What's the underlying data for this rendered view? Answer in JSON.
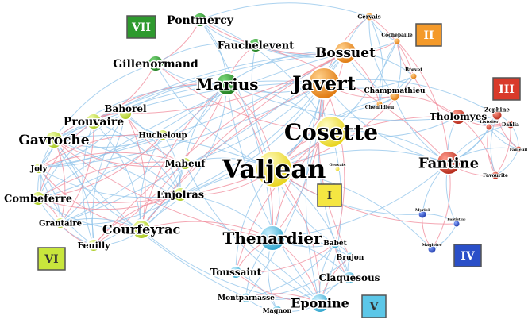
{
  "colors": {
    "edge_blue": "#8fc3ea",
    "edge_red": "#f08a9a",
    "green": "#2e9a2e",
    "lime": "#c8e63c",
    "yellow": "#f5e642",
    "orange": "#f49a2a",
    "red": "#d93a2a",
    "blue": "#2a4fc8",
    "cyan": "#5cc7e8"
  },
  "groups": [
    {
      "id": "VII",
      "label": "VII",
      "fill": "#2e9a2e",
      "text": "#ffffff"
    },
    {
      "id": "II",
      "label": "II",
      "fill": "#f49a2a",
      "text": "#ffffff"
    },
    {
      "id": "III",
      "label": "III",
      "fill": "#d93a2a",
      "text": "#ffffff"
    },
    {
      "id": "I",
      "label": "I",
      "fill": "#f5e642",
      "text": "#333333"
    },
    {
      "id": "VI",
      "label": "VI",
      "fill": "#c8e63c",
      "text": "#333333"
    },
    {
      "id": "IV",
      "label": "IV",
      "fill": "#2a4fc8",
      "text": "#ffffff"
    },
    {
      "id": "V",
      "label": "V",
      "fill": "#5cc7e8",
      "text": "#333333"
    }
  ],
  "nodes": [
    {
      "id": "pontmercy",
      "label": "Pontmercy",
      "group": "VII"
    },
    {
      "id": "fauchelevent",
      "label": "Fauchelevent",
      "group": "VII"
    },
    {
      "id": "gillenormand",
      "label": "Gillenormand",
      "group": "VII"
    },
    {
      "id": "marius",
      "label": "Marius",
      "group": "VII"
    },
    {
      "id": "bossuet",
      "label": "Bossuet",
      "group": "II"
    },
    {
      "id": "gervais",
      "label": "Gervais",
      "group": "II"
    },
    {
      "id": "cochepaille",
      "label": "Cochepaille",
      "group": "II"
    },
    {
      "id": "brevet",
      "label": "Brevet",
      "group": "II"
    },
    {
      "id": "javert",
      "label": "Javert",
      "group": "II"
    },
    {
      "id": "champmathieu",
      "label": "Champmathieu",
      "group": "II"
    },
    {
      "id": "chenildieu",
      "label": "Chenildieu",
      "group": "II"
    },
    {
      "id": "tholomyes",
      "label": "Tholomyes",
      "group": "III"
    },
    {
      "id": "zephine",
      "label": "Zephine",
      "group": "III"
    },
    {
      "id": "listolier",
      "label": "Listolier",
      "group": "III"
    },
    {
      "id": "dahlia",
      "label": "Dahlia",
      "group": "III"
    },
    {
      "id": "fameuil",
      "label": "Fameuil",
      "group": "III"
    },
    {
      "id": "fantine",
      "label": "Fantine",
      "group": "III"
    },
    {
      "id": "favourite",
      "label": "Favourite",
      "group": "III"
    },
    {
      "id": "cosette",
      "label": "Cosette",
      "group": "I"
    },
    {
      "id": "valjean",
      "label": "Valjean",
      "group": "I"
    },
    {
      "id": "gervais2",
      "label": "Gervais",
      "group": "I"
    },
    {
      "id": "gavroche",
      "label": "Gavroche",
      "group": "VI"
    },
    {
      "id": "prouvaire",
      "label": "Prouvaire",
      "group": "VI"
    },
    {
      "id": "bahorel",
      "label": "Bahorel",
      "group": "VI"
    },
    {
      "id": "hucheloup",
      "label": "Hucheloup",
      "group": "VI"
    },
    {
      "id": "joly",
      "label": "Joly",
      "group": "VI"
    },
    {
      "id": "mabeuf",
      "label": "Mabeuf",
      "group": "VI"
    },
    {
      "id": "enjolras",
      "label": "Enjolras",
      "group": "VI"
    },
    {
      "id": "combeferre",
      "label": "Combeferre",
      "group": "VI"
    },
    {
      "id": "grantaire",
      "label": "Grantaire",
      "group": "VI"
    },
    {
      "id": "courfeyrac",
      "label": "Courfeyrac",
      "group": "VI"
    },
    {
      "id": "feuilly",
      "label": "Feuilly",
      "group": "VI"
    },
    {
      "id": "thenardier",
      "label": "Thenardier",
      "group": "V"
    },
    {
      "id": "babet",
      "label": "Babet",
      "group": "V"
    },
    {
      "id": "brujon",
      "label": "Brujon",
      "group": "V"
    },
    {
      "id": "toussaint",
      "label": "Toussaint",
      "group": "V"
    },
    {
      "id": "claquesous",
      "label": "Claquesous",
      "group": "V"
    },
    {
      "id": "montparnasse",
      "label": "Montparnasse",
      "group": "V"
    },
    {
      "id": "eponine",
      "label": "Eponine",
      "group": "V"
    },
    {
      "id": "magnon",
      "label": "Magnon",
      "group": "V"
    },
    {
      "id": "myriel",
      "label": "Myriel",
      "group": "IV"
    },
    {
      "id": "baptistine",
      "label": "Baptistine",
      "group": "IV"
    },
    {
      "id": "magloire",
      "label": "Magloire",
      "group": "IV"
    }
  ],
  "edges": [
    [
      "valjean",
      "cosette"
    ],
    [
      "valjean",
      "javert"
    ],
    [
      "valjean",
      "thenardier"
    ],
    [
      "valjean",
      "marius"
    ],
    [
      "valjean",
      "fantine"
    ],
    [
      "valjean",
      "gavroche"
    ],
    [
      "valjean",
      "enjolras"
    ],
    [
      "valjean",
      "courfeyrac"
    ],
    [
      "valjean",
      "fauchelevent"
    ],
    [
      "valjean",
      "bossuet"
    ],
    [
      "valjean",
      "champmathieu"
    ],
    [
      "valjean",
      "toussaint"
    ],
    [
      "valjean",
      "eponine"
    ],
    [
      "valjean",
      "myriel"
    ],
    [
      "valjean",
      "magloire"
    ],
    [
      "valjean",
      "baptistine"
    ],
    [
      "valjean",
      "gillenormand"
    ],
    [
      "valjean",
      "mabeuf"
    ],
    [
      "valjean",
      "combeferre"
    ],
    [
      "valjean",
      "babet"
    ],
    [
      "valjean",
      "claquesous"
    ],
    [
      "valjean",
      "brevet"
    ],
    [
      "valjean",
      "chenildieu"
    ],
    [
      "valjean",
      "cochepaille"
    ],
    [
      "valjean",
      "tholomyes"
    ],
    [
      "cosette",
      "marius"
    ],
    [
      "cosette",
      "javert"
    ],
    [
      "cosette",
      "thenardier"
    ],
    [
      "cosette",
      "fantine"
    ],
    [
      "cosette",
      "tholomyes"
    ],
    [
      "cosette",
      "gillenormand"
    ],
    [
      "cosette",
      "pontmercy"
    ],
    [
      "cosette",
      "eponine"
    ],
    [
      "cosette",
      "toussaint"
    ],
    [
      "javert",
      "bossuet"
    ],
    [
      "javert",
      "fantine"
    ],
    [
      "javert",
      "thenardier"
    ],
    [
      "javert",
      "gavroche"
    ],
    [
      "javert",
      "enjolras"
    ],
    [
      "javert",
      "champmathieu"
    ],
    [
      "javert",
      "marius"
    ],
    [
      "javert",
      "eponine"
    ],
    [
      "javert",
      "babet"
    ],
    [
      "javert",
      "claquesous"
    ],
    [
      "javert",
      "montparnasse"
    ],
    [
      "javert",
      "brujon"
    ],
    [
      "javert",
      "zephine"
    ],
    [
      "javert",
      "brevet"
    ],
    [
      "javert",
      "gervais"
    ],
    [
      "javert",
      "prouvaire"
    ],
    [
      "javert",
      "joly"
    ],
    [
      "javert",
      "courfeyrac"
    ],
    [
      "marius",
      "gillenormand"
    ],
    [
      "marius",
      "pontmercy"
    ],
    [
      "marius",
      "fauchelevent"
    ],
    [
      "marius",
      "gavroche"
    ],
    [
      "marius",
      "enjolras"
    ],
    [
      "marius",
      "courfeyrac"
    ],
    [
      "marius",
      "combeferre"
    ],
    [
      "marius",
      "eponine"
    ],
    [
      "marius",
      "thenardier"
    ],
    [
      "marius",
      "mabeuf"
    ],
    [
      "marius",
      "bossuet"
    ],
    [
      "marius",
      "prouvaire"
    ],
    [
      "marius",
      "joly"
    ],
    [
      "marius",
      "bahorel"
    ],
    [
      "marius",
      "feuilly"
    ],
    [
      "marius",
      "tholomyes"
    ],
    [
      "marius",
      "grantaire"
    ],
    [
      "gillenormand",
      "pontmercy"
    ],
    [
      "gillenormand",
      "fauchelevent"
    ],
    [
      "gillenormand",
      "gavroche"
    ],
    [
      "gillenormand",
      "prouvaire"
    ],
    [
      "pontmercy",
      "fauchelevent"
    ],
    [
      "pontmercy",
      "thenardier"
    ],
    [
      "pontmercy",
      "bossuet"
    ],
    [
      "pontmercy",
      "gervais"
    ],
    [
      "fauchelevent",
      "bossuet"
    ],
    [
      "fauchelevent",
      "fantine"
    ],
    [
      "fauchelevent",
      "cochepaille"
    ],
    [
      "bossuet",
      "gervais"
    ],
    [
      "bossuet",
      "cochepaille"
    ],
    [
      "bossuet",
      "brevet"
    ],
    [
      "bossuet",
      "champmathieu"
    ],
    [
      "bossuet",
      "chenildieu"
    ],
    [
      "bossuet",
      "gavroche"
    ],
    [
      "bossuet",
      "enjolras"
    ],
    [
      "bossuet",
      "courfeyrac"
    ],
    [
      "bossuet",
      "joly"
    ],
    [
      "bossuet",
      "combeferre"
    ],
    [
      "bossuet",
      "bahorel"
    ],
    [
      "bossuet",
      "prouvaire"
    ],
    [
      "bossuet",
      "grantaire"
    ],
    [
      "bossuet",
      "feuilly"
    ],
    [
      "bossuet",
      "mabeuf"
    ],
    [
      "gervais",
      "cochepaille"
    ],
    [
      "gervais",
      "brevet"
    ],
    [
      "gervais",
      "champmathieu"
    ],
    [
      "gervais",
      "chenildieu"
    ],
    [
      "cochepaille",
      "brevet"
    ],
    [
      "cochepaille",
      "champmathieu"
    ],
    [
      "cochepaille",
      "chenildieu"
    ],
    [
      "cochepaille",
      "fantine"
    ],
    [
      "brevet",
      "champmathieu"
    ],
    [
      "brevet",
      "chenildieu"
    ],
    [
      "brevet",
      "tholomyes"
    ],
    [
      "champmathieu",
      "chenildieu"
    ],
    [
      "champmathieu",
      "fantine"
    ],
    [
      "champmathieu",
      "tholomyes"
    ],
    [
      "tholomyes",
      "zephine"
    ],
    [
      "tholomyes",
      "listolier"
    ],
    [
      "tholomyes",
      "dahlia"
    ],
    [
      "tholomyes",
      "fameuil"
    ],
    [
      "tholomyes",
      "fantine"
    ],
    [
      "tholomyes",
      "favourite"
    ],
    [
      "zephine",
      "listolier"
    ],
    [
      "zephine",
      "dahlia"
    ],
    [
      "zephine",
      "fameuil"
    ],
    [
      "zephine",
      "fantine"
    ],
    [
      "zephine",
      "favourite"
    ],
    [
      "listolier",
      "dahlia"
    ],
    [
      "listolier",
      "fameuil"
    ],
    [
      "listolier",
      "fantine"
    ],
    [
      "listolier",
      "favourite"
    ],
    [
      "dahlia",
      "fameuil"
    ],
    [
      "dahlia",
      "fantine"
    ],
    [
      "dahlia",
      "favourite"
    ],
    [
      "fameuil",
      "fantine"
    ],
    [
      "fameuil",
      "favourite"
    ],
    [
      "fantine",
      "favourite"
    ],
    [
      "fantine",
      "thenardier"
    ],
    [
      "fantine",
      "myriel"
    ],
    [
      "fantine",
      "magloire"
    ],
    [
      "fantine",
      "baptistine"
    ],
    [
      "myriel",
      "baptistine"
    ],
    [
      "myriel",
      "magloire"
    ],
    [
      "baptistine",
      "magloire"
    ],
    [
      "gavroche",
      "prouvaire"
    ],
    [
      "gavroche",
      "bahorel"
    ],
    [
      "gavroche",
      "hucheloup"
    ],
    [
      "gavroche",
      "joly"
    ],
    [
      "gavroche",
      "mabeuf"
    ],
    [
      "gavroche",
      "enjolras"
    ],
    [
      "gavroche",
      "combeferre"
    ],
    [
      "gavroche",
      "grantaire"
    ],
    [
      "gavroche",
      "courfeyrac"
    ],
    [
      "gavroche",
      "feuilly"
    ],
    [
      "gavroche",
      "thenardier"
    ],
    [
      "gavroche",
      "eponine"
    ],
    [
      "gavroche",
      "montparnasse"
    ],
    [
      "prouvaire",
      "bahorel"
    ],
    [
      "prouvaire",
      "joly"
    ],
    [
      "prouvaire",
      "enjolras"
    ],
    [
      "prouvaire",
      "combeferre"
    ],
    [
      "prouvaire",
      "courfeyrac"
    ],
    [
      "prouvaire",
      "feuilly"
    ],
    [
      "prouvaire",
      "grantaire"
    ],
    [
      "bahorel",
      "hucheloup"
    ],
    [
      "bahorel",
      "joly"
    ],
    [
      "bahorel",
      "mabeuf"
    ],
    [
      "bahorel",
      "enjolras"
    ],
    [
      "bahorel",
      "combeferre"
    ],
    [
      "bahorel",
      "courfeyrac"
    ],
    [
      "bahorel",
      "feuilly"
    ],
    [
      "bahorel",
      "grantaire"
    ],
    [
      "hucheloup",
      "joly"
    ],
    [
      "hucheloup",
      "enjolras"
    ],
    [
      "hucheloup",
      "courfeyrac"
    ],
    [
      "hucheloup",
      "combeferre"
    ],
    [
      "joly",
      "enjolras"
    ],
    [
      "joly",
      "combeferre"
    ],
    [
      "joly",
      "courfeyrac"
    ],
    [
      "joly",
      "grantaire"
    ],
    [
      "joly",
      "feuilly"
    ],
    [
      "joly",
      "mabeuf"
    ],
    [
      "mabeuf",
      "enjolras"
    ],
    [
      "mabeuf",
      "courfeyrac"
    ],
    [
      "mabeuf",
      "combeferre"
    ],
    [
      "mabeuf",
      "feuilly"
    ],
    [
      "mabeuf",
      "eponine"
    ],
    [
      "enjolras",
      "combeferre"
    ],
    [
      "enjolras",
      "courfeyrac"
    ],
    [
      "enjolras",
      "grantaire"
    ],
    [
      "enjolras",
      "feuilly"
    ],
    [
      "enjolras",
      "thenardier"
    ],
    [
      "combeferre",
      "courfeyrac"
    ],
    [
      "combeferre",
      "grantaire"
    ],
    [
      "combeferre",
      "feuilly"
    ],
    [
      "grantaire",
      "courfeyrac"
    ],
    [
      "grantaire",
      "feuilly"
    ],
    [
      "courfeyrac",
      "feuilly"
    ],
    [
      "courfeyrac",
      "eponine"
    ],
    [
      "courfeyrac",
      "thenardier"
    ],
    [
      "thenardier",
      "babet"
    ],
    [
      "thenardier",
      "brujon"
    ],
    [
      "thenardier",
      "toussaint"
    ],
    [
      "thenardier",
      "claquesous"
    ],
    [
      "thenardier",
      "montparnasse"
    ],
    [
      "thenardier",
      "eponine"
    ],
    [
      "thenardier",
      "magnon"
    ],
    [
      "babet",
      "brujon"
    ],
    [
      "babet",
      "claquesous"
    ],
    [
      "babet",
      "montparnasse"
    ],
    [
      "babet",
      "eponine"
    ],
    [
      "babet",
      "toussaint"
    ],
    [
      "brujon",
      "claquesous"
    ],
    [
      "brujon",
      "montparnasse"
    ],
    [
      "brujon",
      "eponine"
    ],
    [
      "claquesous",
      "montparnasse"
    ],
    [
      "claquesous",
      "eponine"
    ],
    [
      "montparnasse",
      "eponine"
    ],
    [
      "montparnasse",
      "magnon"
    ],
    [
      "eponine",
      "magnon"
    ],
    [
      "toussaint",
      "eponine"
    ],
    [
      "toussaint",
      "magnon"
    ]
  ]
}
